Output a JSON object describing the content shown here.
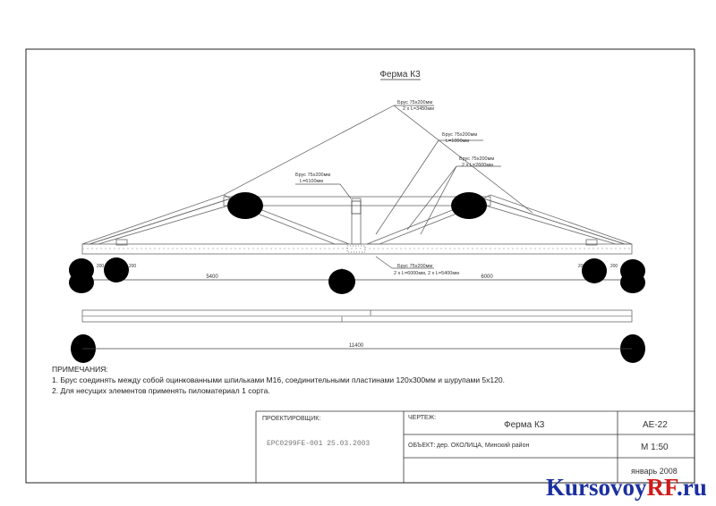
{
  "sheet": {
    "title": "Ферма К3",
    "callouts": [
      {
        "lines": [
          "Брус 75х200мм",
          "2 х L=3450мм"
        ]
      },
      {
        "lines": [
          "Брус 75х200мм",
          "L=1000мм"
        ]
      },
      {
        "lines": [
          "Брус 75х200мм",
          "2 х L=2600мм"
        ]
      },
      {
        "lines": [
          "Брус 75х200мм",
          "L=6100мм"
        ]
      },
      {
        "lines": [
          "Брус 75х200мм",
          "2 х L=6000мм, 2 х L=5400мм"
        ]
      }
    ],
    "dimensions": {
      "left_small": "200",
      "left_small2": "200",
      "right_small": "200",
      "right_small2": "200",
      "left_span": "5400",
      "right_span": "6000",
      "total": "11400"
    }
  },
  "notes": {
    "heading": "ПРИМЕЧАНИЯ:",
    "items": [
      "1. Брус соединять между собой оцинкованными шпильками М16, соединительными пластинами 120х300мм  и шурупами 5х120.",
      "2. Для несущих элементов применять пиломатериал 1 сорта."
    ]
  },
  "title_block": {
    "designer_label": "ПРОЕКТИРОВЩИК:",
    "designer_value": "EPC0299FE-001  25.03.2003",
    "drawing_label": "ЧЕРТЕЖ:",
    "drawing_value": "Ферма К3",
    "object_label": "ОБЪЕКТ:",
    "object_value": "дер. ОКОЛИЦА, Минский район",
    "code": "АЕ-22",
    "scale": "М 1:50",
    "date": "январь 2008"
  },
  "watermark": {
    "part1": "Kursovoy",
    "part2": "RF",
    "part3": ".ru",
    "color_main": "#1b2fa0",
    "color_accent": "#d21a1a"
  }
}
